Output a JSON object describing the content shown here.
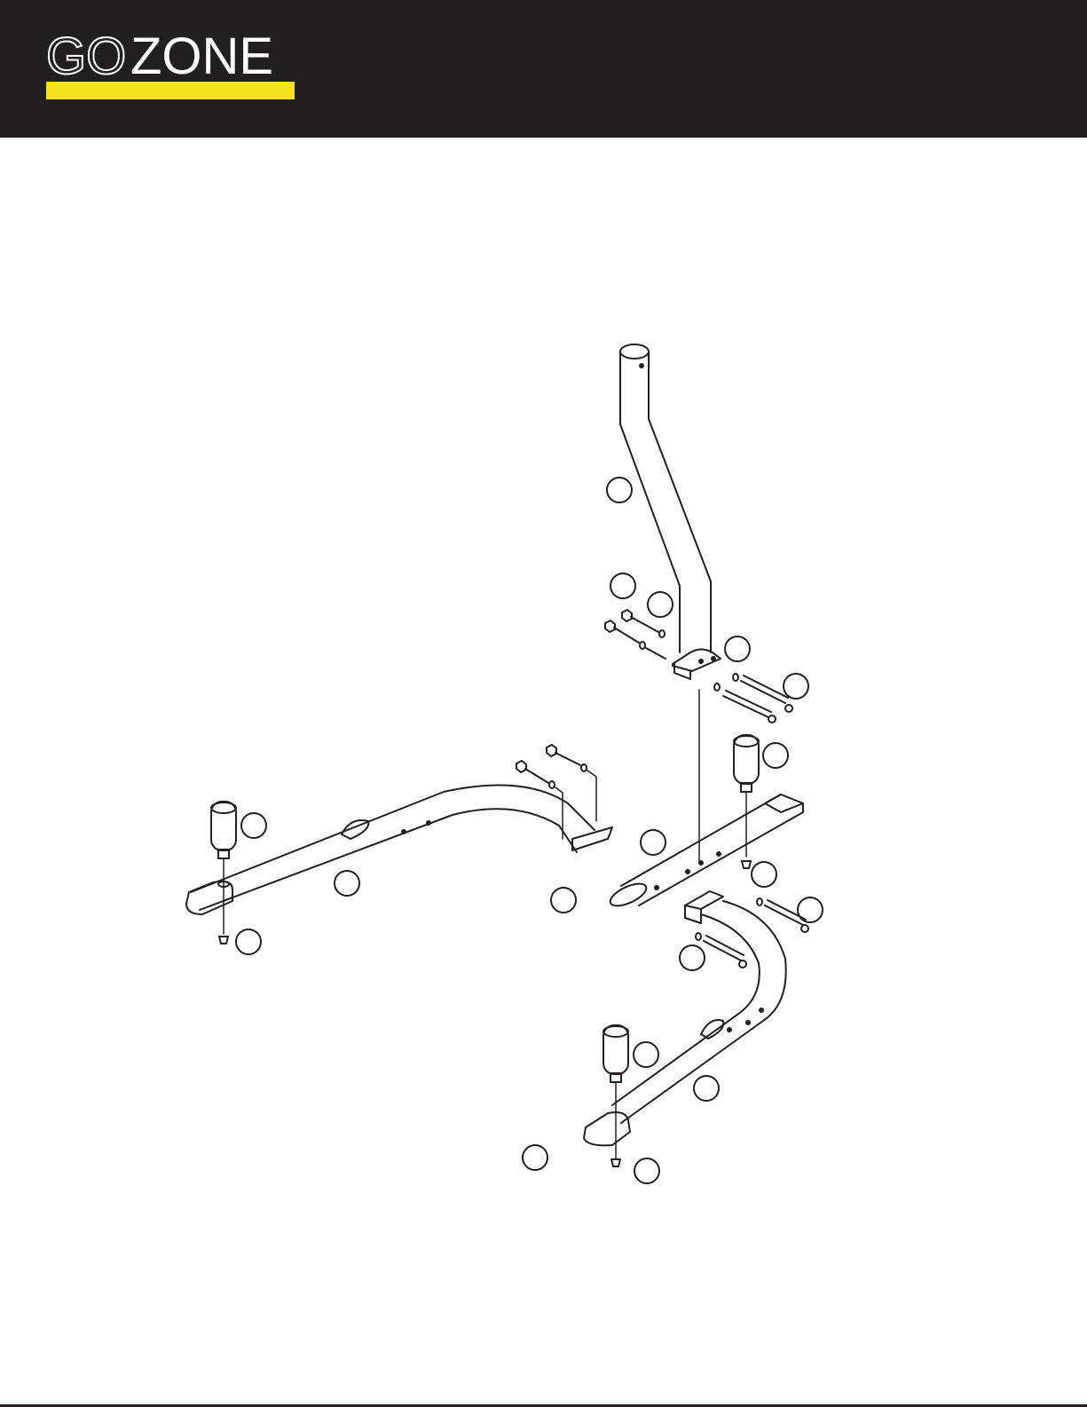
{
  "brand": {
    "name_part1": "GO",
    "name_part2": "ZONE",
    "accent_color": "#f5e21d",
    "header_color": "#231f20"
  },
  "diagram": {
    "type": "exploded-assembly-drawing",
    "callout_count": 19,
    "callout_labels_visible": false
  }
}
